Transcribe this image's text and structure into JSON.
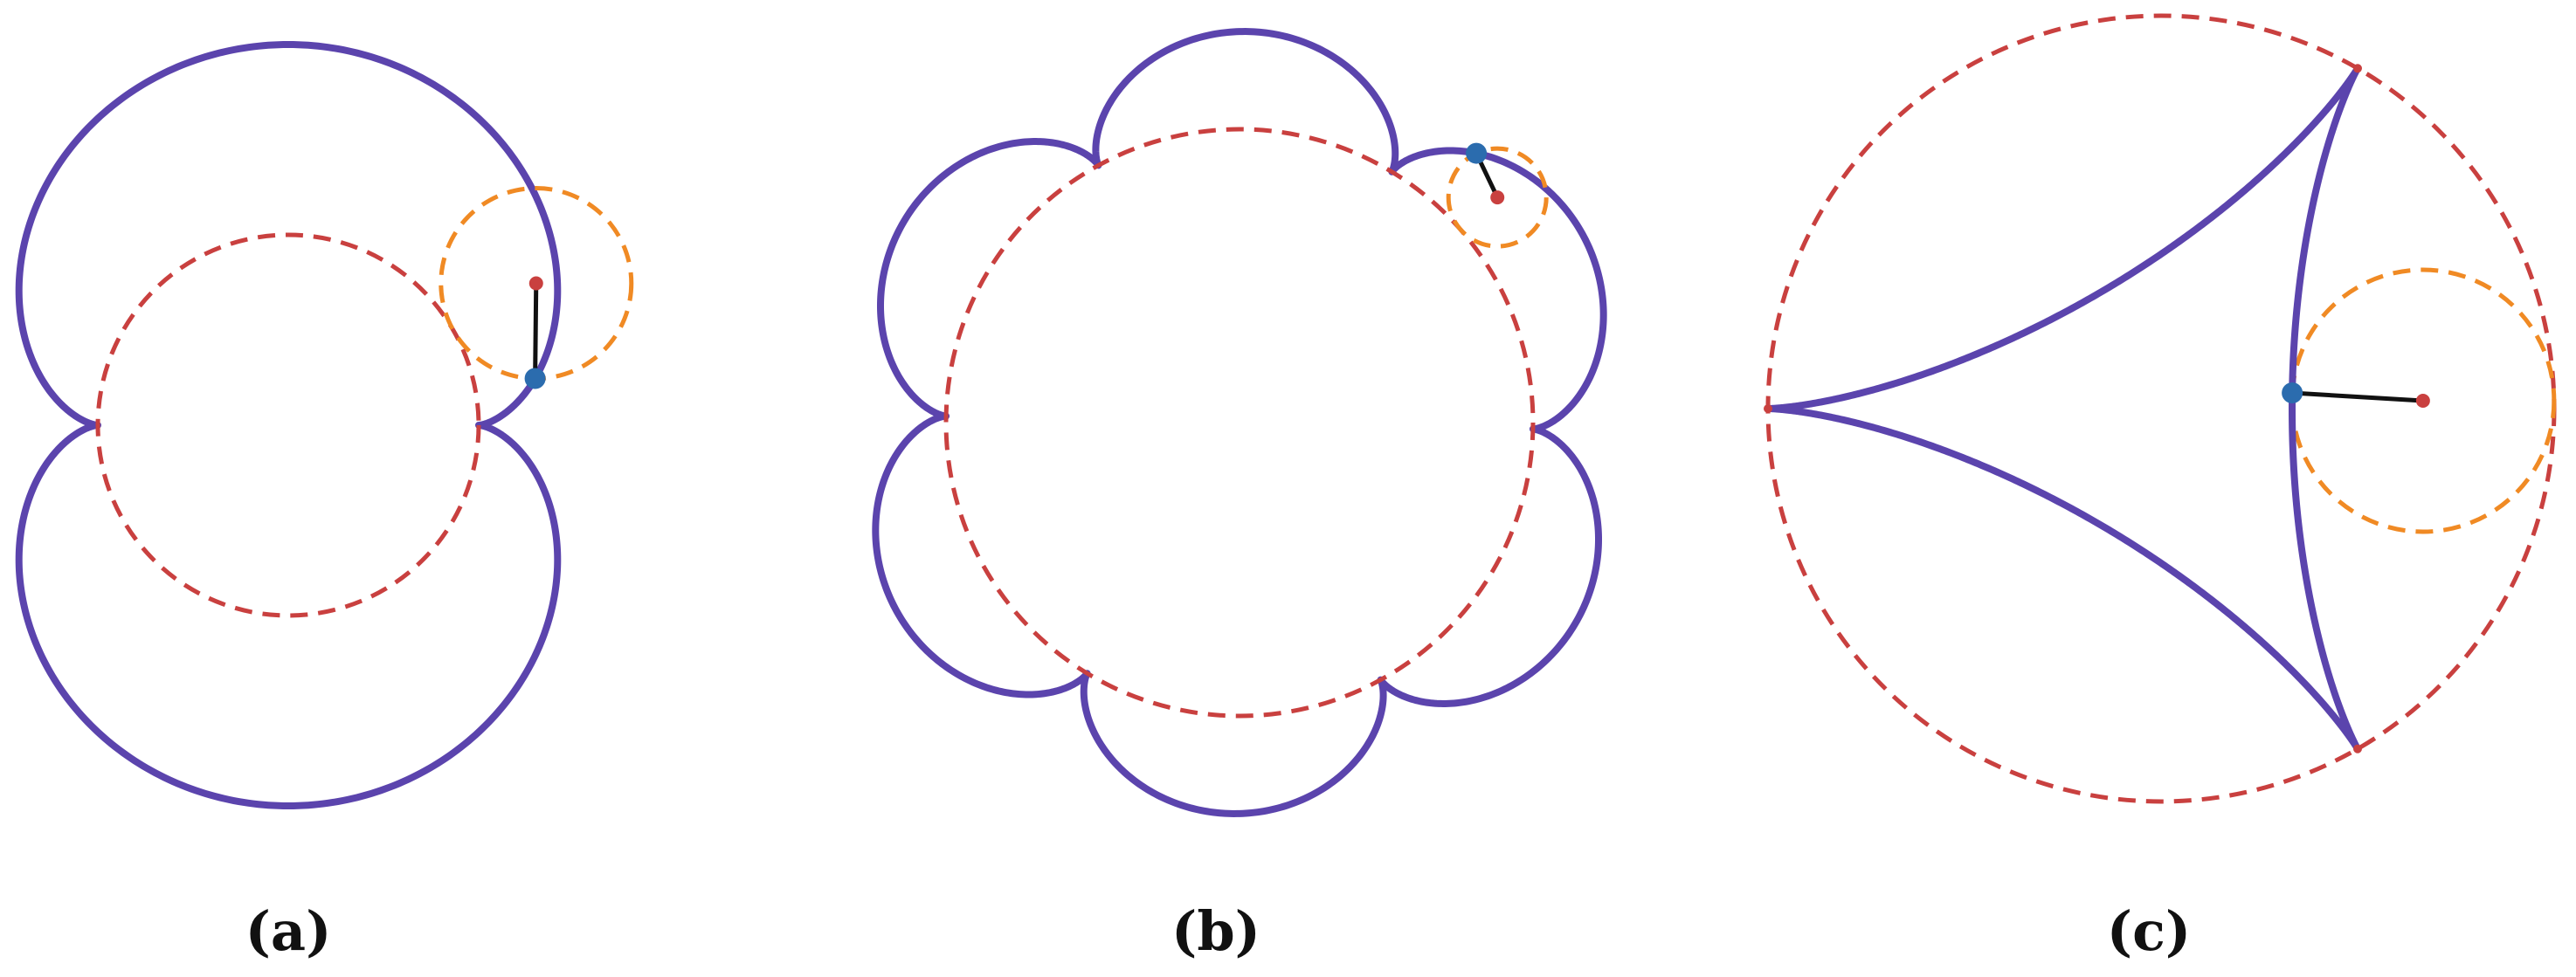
{
  "colors": {
    "curve": "#5b44ad",
    "fixed_circle": "#c9403f",
    "rolling_circle": "#f08a24",
    "arm": "#111111",
    "tracing_point": "#2b6cae",
    "center_point": "#c9403f"
  },
  "panels": [
    {
      "label": "(a)",
      "curve_kind": "epicycloid",
      "cusps": 2
    },
    {
      "label": "(b)",
      "curve_kind": "epicycloid",
      "cusps": 6
    },
    {
      "label": "(c)",
      "curve_kind": "hypocycloid",
      "cusps": 3
    }
  ]
}
